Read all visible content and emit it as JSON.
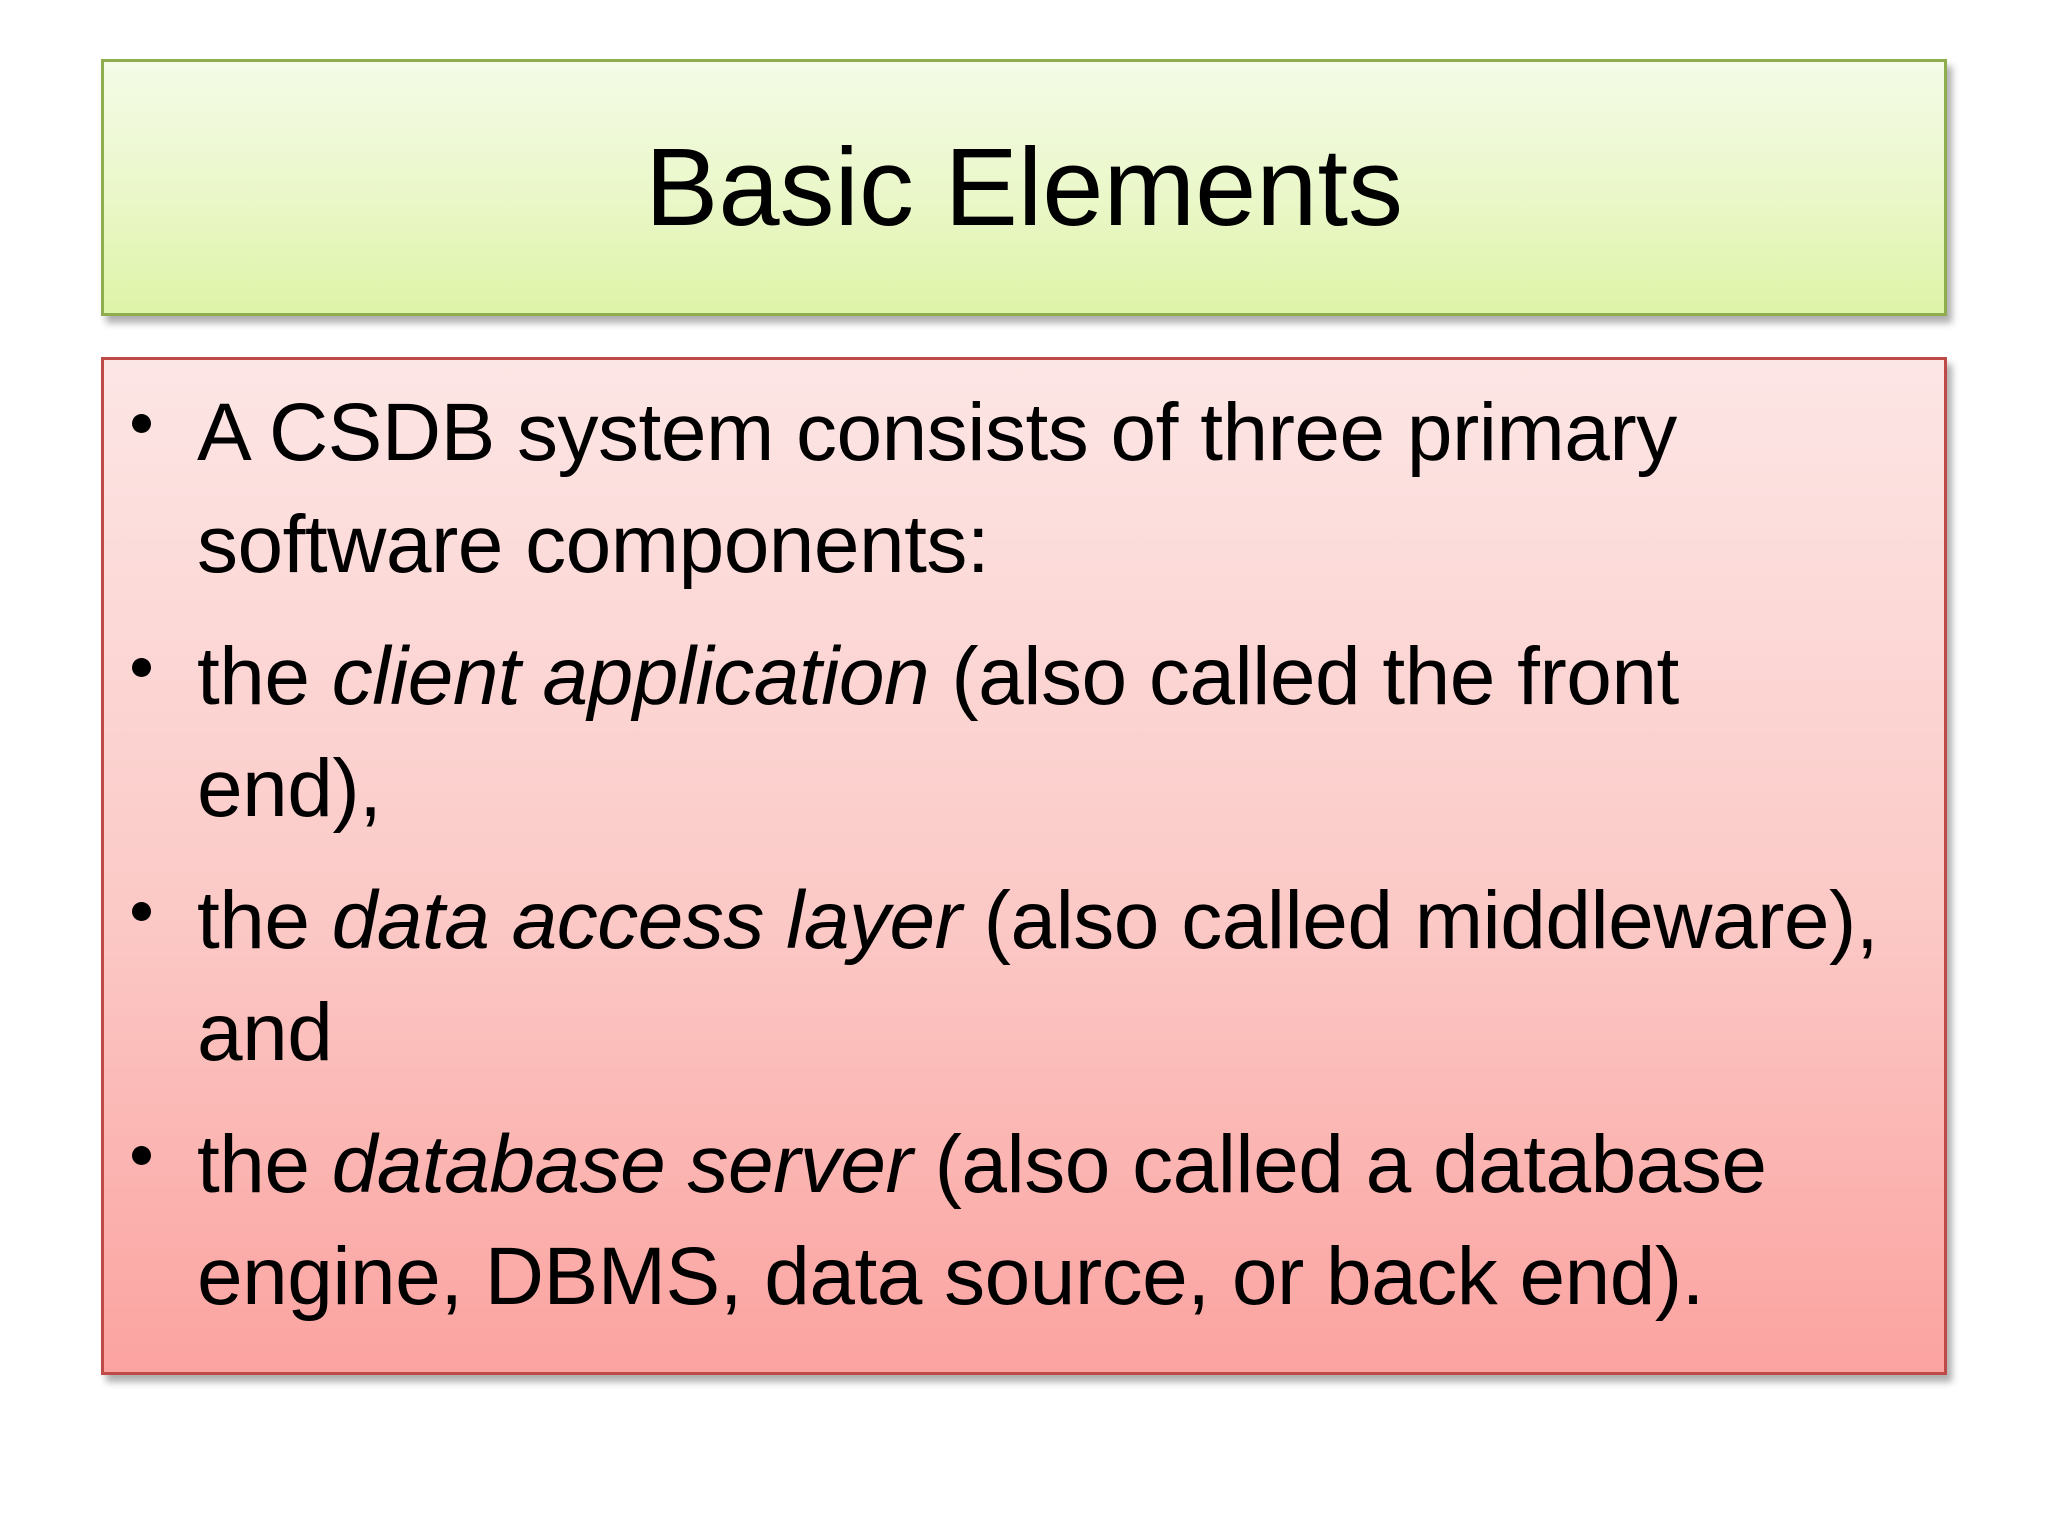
{
  "slide": {
    "title": "Basic Elements",
    "colors": {
      "background": "#FFFFFF",
      "text": "#000000",
      "title_gradient_top": "#F4FBE7",
      "title_gradient_bottom": "#DEF4A7",
      "title_border": "#8FAC4E",
      "body_gradient_top": "#FCE6E5",
      "body_gradient_bottom": "#FBA3A0",
      "body_border": "#BE4946"
    },
    "bullets": [
      {
        "lines": [
          [
            {
              "t": "A CSDB system consists of three primary"
            }
          ],
          [
            {
              "t": "software components:"
            }
          ]
        ]
      },
      {
        "lines": [
          [
            {
              "t": "the "
            },
            {
              "t": "client application",
              "i": true
            },
            {
              "t": " (also called the front"
            }
          ],
          [
            {
              "t": "end),"
            }
          ]
        ]
      },
      {
        "lines": [
          [
            {
              "t": "the "
            },
            {
              "t": "data access layer",
              "i": true
            },
            {
              "t": " (also called middleware),"
            }
          ],
          [
            {
              "t": "and"
            }
          ]
        ]
      },
      {
        "lines": [
          [
            {
              "t": "the "
            },
            {
              "t": "database server",
              "i": true
            },
            {
              "t": " (also called a database"
            }
          ],
          [
            {
              "t": "engine, DBMS, data source, or back end)."
            }
          ]
        ]
      }
    ]
  }
}
